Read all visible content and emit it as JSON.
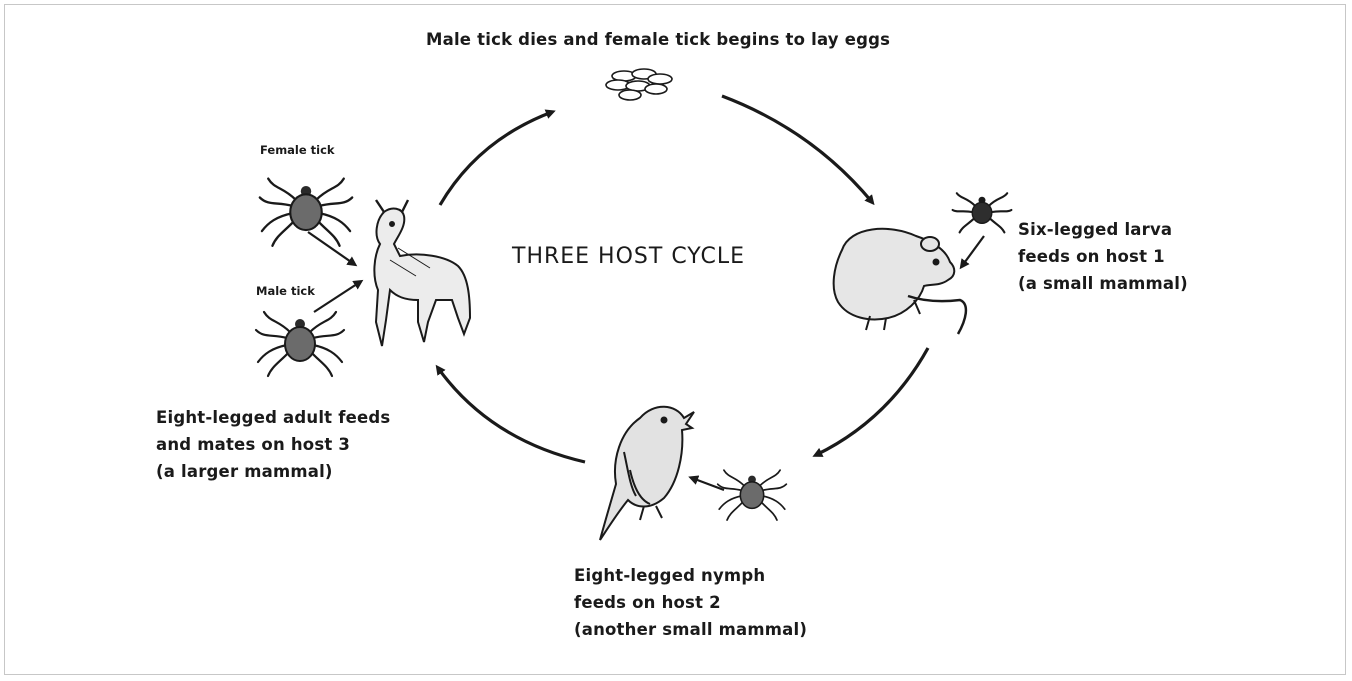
{
  "diagram": {
    "title": "THREE HOST CYCLE",
    "egg_stage": {
      "caption": "Male tick dies and female tick begins to lay eggs"
    },
    "larva_stage": {
      "lines": [
        "Six-legged larva",
        "feeds on host 1",
        "(a small mammal)"
      ]
    },
    "nymph_stage": {
      "lines": [
        "Eight-legged nymph",
        "feeds on host 2",
        "(another small mammal)"
      ]
    },
    "adult_stage": {
      "lines": [
        "Eight-legged adult feeds",
        "and mates on host 3",
        "(a larger mammal)"
      ],
      "female_label": "Female tick",
      "male_label": "Male tick"
    }
  },
  "colors": {
    "ink": "#1a1a1a",
    "tick_body": "#6b6b6b",
    "animal_fill": "#e6e6e6",
    "frame": "#c7c7c7"
  }
}
